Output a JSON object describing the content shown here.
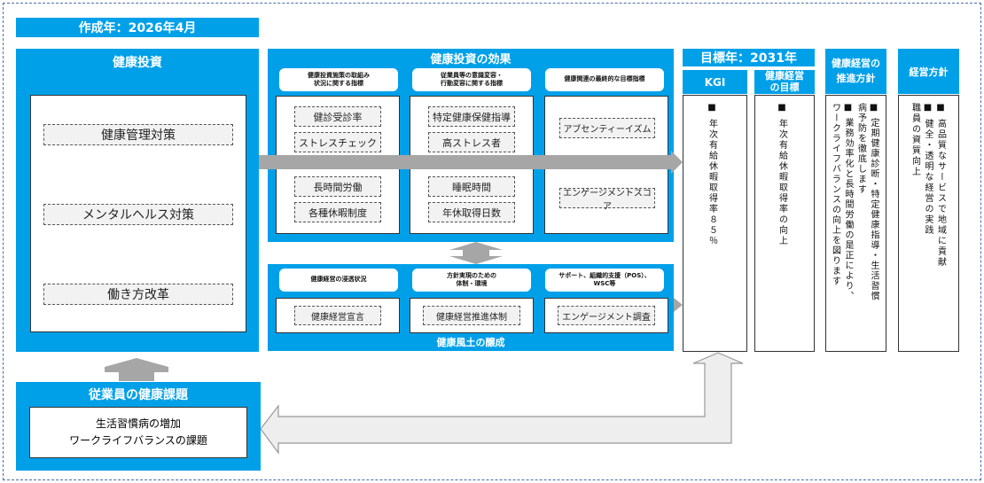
{
  "created_label": "作成年：2026年4月",
  "target_label": "目標年：2031年",
  "investment": {
    "title": "健康投資",
    "items": [
      "健康管理対策",
      "メンタルヘルス対策",
      "働き方改革"
    ]
  },
  "effects": {
    "title": "健康投資の効果",
    "col1": {
      "header": [
        "健康投資施策の取組み",
        "状況に関する指標"
      ],
      "items": [
        "健診受診率",
        "ストレスチェック",
        "長時間労働",
        "各種休暇制度"
      ]
    },
    "col2": {
      "header": [
        "従業員等の意識変容・",
        "行動変容に関する指標"
      ],
      "items": [
        "特定健康保健指導",
        "高ストレス者",
        "睡眠時間",
        "年休取得日数"
      ]
    },
    "col3": {
      "header": [
        "健康関連の最終的な目標指標"
      ],
      "items": [
        "アブセンティーイズム",
        "エンゲージメントスコア"
      ]
    }
  },
  "culture": {
    "title": "健康風土の醸成",
    "col1": {
      "header": [
        "健康経営の浸透状況"
      ],
      "item": "健康経営宣言"
    },
    "col2": {
      "header": [
        "方針実現のための",
        "体制・環境"
      ],
      "item": "健康経営推進体制"
    },
    "col3": {
      "header": [
        "サポート、組織的支援（POS）、",
        "WSC等"
      ],
      "item": "エンゲージメント調査"
    }
  },
  "kgi": {
    "title": "KGI",
    "text": "■ 年次有給休暇取得率８５％"
  },
  "health_goal": {
    "title": [
      "健康経営",
      "の目標"
    ],
    "text": "■ 年次有給休暇取得率の向上"
  },
  "promotion": {
    "title": [
      "健康経営の",
      "推進方針"
    ],
    "lines": [
      "■ 定期健康診断・特定健康指導・生活習慣",
      "病予防を徹底します",
      "■ 業務効率化と長時間労働の是正により、",
      "ワークライフバランスの向上を図ります"
    ]
  },
  "policy": {
    "title": "経営方針",
    "lines": [
      "■ 高品質なサービスで地域に貢献",
      "■ 健全・透明な経営の実践",
      "職員の資質向上"
    ]
  },
  "employee": {
    "title": "従業員の健康課題",
    "lines": [
      "生活習慣病の増加",
      "ワークライフバランスの課題"
    ]
  }
}
